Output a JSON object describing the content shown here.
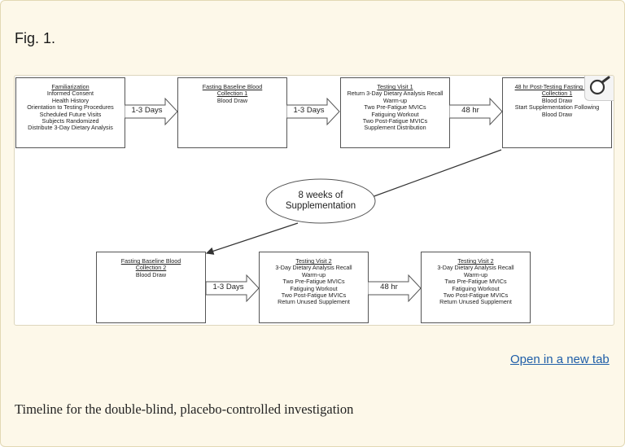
{
  "figure": {
    "label": "Fig. 1.",
    "open_link": "Open in a new tab",
    "caption": "Timeline for the double-blind, placebo-controlled investigation"
  },
  "diagram": {
    "row1": {
      "familiarization": {
        "title": "Familiarization",
        "lines": [
          "Informed Consent",
          "Health History",
          "Orientation to Testing Procedures",
          "Scheduled Future Visits",
          "Subjects Randomized",
          "Distribute 3-Day Dietary Analysis"
        ]
      },
      "arrow1": "1-3 Days",
      "baseline1": {
        "title_1": "Fasting Baseline Blood",
        "title_2": "Collection 1",
        "lines": [
          "Blood Draw"
        ]
      },
      "arrow2": "1-3 Days",
      "visit1": {
        "title": "Testing Visit 1",
        "lines": [
          "Return 3-Day Dietary Analysis Recall",
          "Warm-up",
          "Two Pre-Fatigue MVICs",
          "Fatiguing Workout",
          "Two Post-Fatigue MVICs",
          "Supplement Distribution"
        ]
      },
      "arrow3": "48 hr",
      "post48": {
        "title_1": "48 hr Post-Testing Fasting Blood",
        "title_2": "Collection 1",
        "lines": [
          "Blood Draw",
          "Start Supplementation Following",
          "Blood Draw"
        ]
      }
    },
    "middle": {
      "line1": "8 weeks of",
      "line2": "Supplementation"
    },
    "row2": {
      "baseline2": {
        "title_1": "Fasting Baseline Blood",
        "title_2": "Collection 2",
        "lines": [
          "Blood Draw"
        ]
      },
      "arrow1": "1-3 Days",
      "visit2a": {
        "title": "Testing Visit 2",
        "lines": [
          "3-Day Dietary Analysis Recall",
          "Warm-up",
          "Two Pre-Fatigue MVICs",
          "Fatiguing Workout",
          "Two Post-Fatigue MVICs",
          "Return Unused Supplement"
        ]
      },
      "arrow2": "48 hr",
      "visit2b": {
        "title": "Testing Visit 2",
        "lines": [
          "3-Day Dietary Analysis Recall",
          "Warm-up",
          "Two Pre-Fatigue MVICs",
          "Fatiguing Workout",
          "Two Post-Fatigue MVICs",
          "Return Unused Supplement"
        ]
      }
    }
  },
  "icons": {
    "zoom": "magnifier-icon"
  }
}
